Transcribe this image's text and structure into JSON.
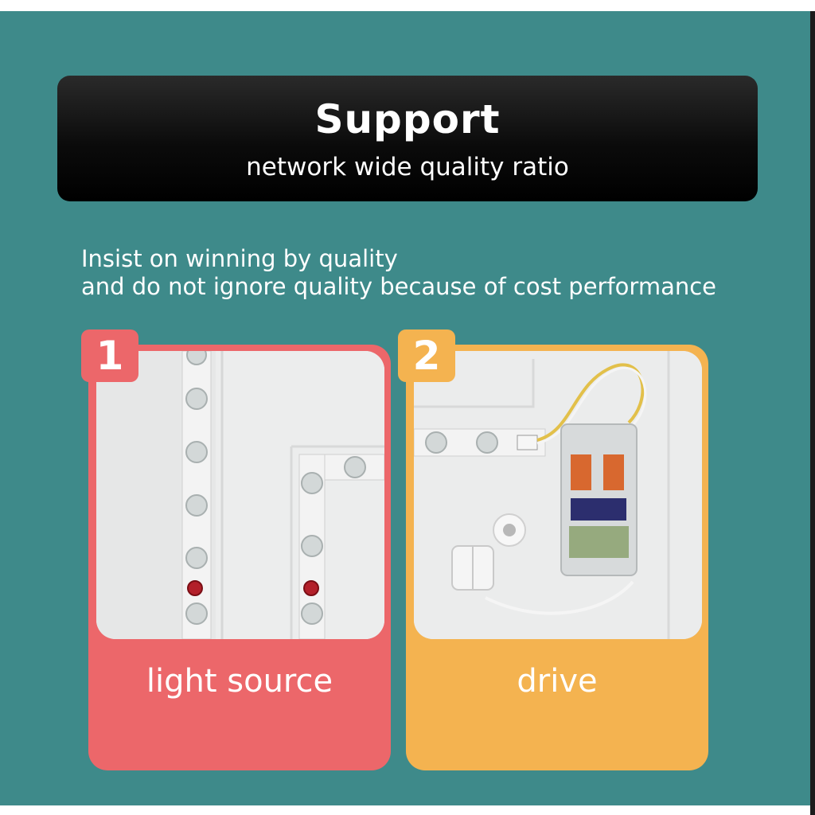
{
  "banner": {
    "title": "Support",
    "subtitle": "network wide quality ratio"
  },
  "tagline": {
    "line1": "Insist on winning by quality",
    "line2": "and do not ignore quality because of cost performance"
  },
  "cards": [
    {
      "number": "1",
      "label": "light source",
      "color": "#ec676a"
    },
    {
      "number": "2",
      "label": "drive",
      "color": "#f4b350"
    }
  ],
  "colors": {
    "background": "#3e8a8a",
    "banner": "#0b0b0b",
    "text": "#ffffff"
  }
}
